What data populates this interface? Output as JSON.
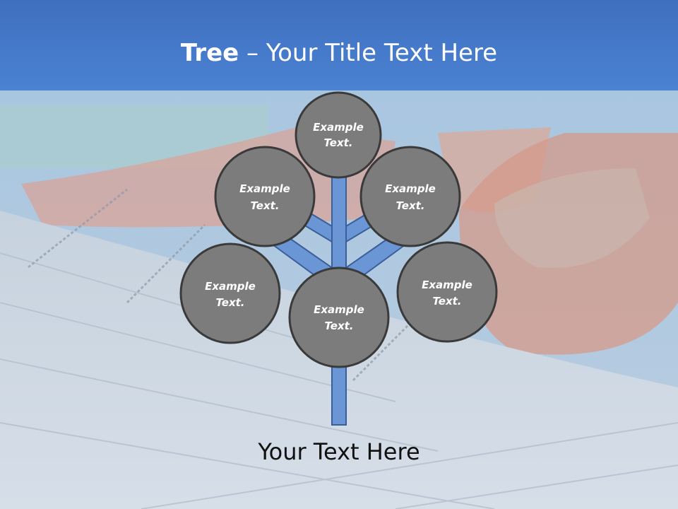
{
  "title": {
    "bold": "Tree",
    "rest": " – Your Title Text Here"
  },
  "nodes": [
    {
      "line1": "Example",
      "line2": "Text."
    },
    {
      "line1": "Example",
      "line2": "Text."
    },
    {
      "line1": "Example",
      "line2": "Text."
    },
    {
      "line1": "Example",
      "line2": "Text."
    },
    {
      "line1": "Example",
      "line2": "Text."
    },
    {
      "line1": "Example",
      "line2": "Text."
    }
  ],
  "caption": "Your Text Here",
  "colors": {
    "title_bar": "#4a7fd0",
    "tree_fill": "#6a96d6",
    "tree_stroke": "#3b5f99",
    "node_fill": "#7c7c7c",
    "node_stroke": "#3a3a3a",
    "node_text": "#ffffff"
  }
}
